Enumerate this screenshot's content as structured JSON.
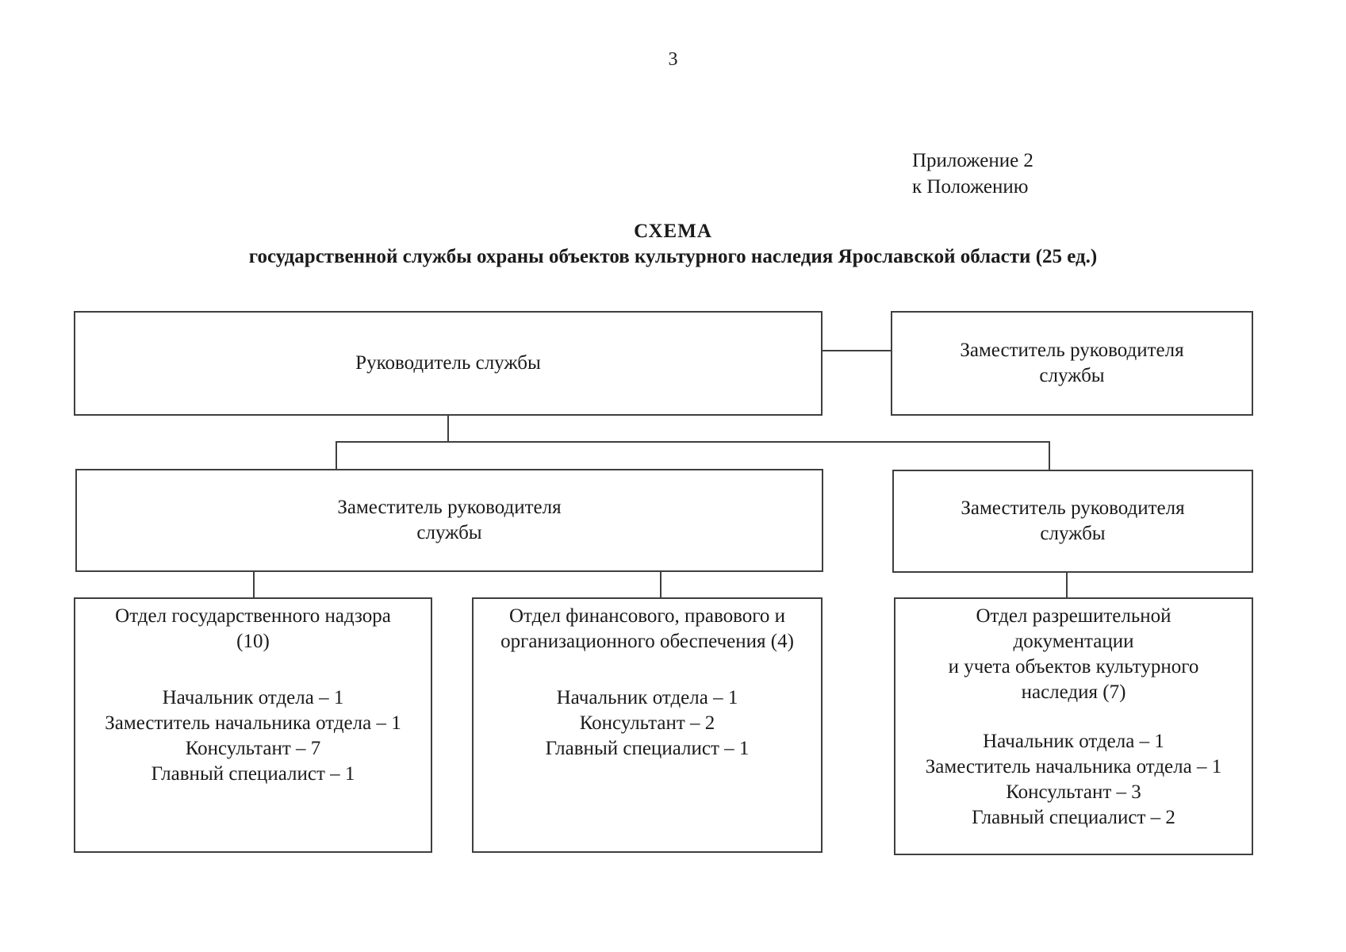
{
  "page": {
    "number": "3",
    "appendix": {
      "line1": "Приложение 2",
      "line2": "к Положению"
    },
    "title": "СХЕМА",
    "subtitle": "государственной службы охраны объектов культурного наследия Ярославской области (25 ед.)"
  },
  "org_chart": {
    "head": {
      "label": "Руководитель службы"
    },
    "deputy_top": {
      "line1": "Заместитель руководителя",
      "line2": "службы"
    },
    "deputy_left": {
      "line1": "Заместитель руководителя",
      "line2": "службы"
    },
    "deputy_right": {
      "line1": "Заместитель руководителя",
      "line2": "службы"
    },
    "dept_supervision": {
      "title_line1": "Отдел государственного надзора",
      "title_line2": "(10)",
      "staff": [
        "Начальник отдела – 1",
        "Заместитель начальника отдела – 1",
        "Консультант – 7",
        "Главный специалист – 1"
      ]
    },
    "dept_finance": {
      "title_line1": "Отдел финансового, правового и",
      "title_line2": "организационного обеспечения (4)",
      "staff": [
        "Начальник отдела – 1",
        "Консультант – 2",
        "Главный специалист – 1"
      ]
    },
    "dept_permits": {
      "title_line1": "Отдел разрешительной",
      "title_line2": "документации",
      "title_line3": "и учета объектов культурного",
      "title_line4": "наследия (7)",
      "staff": [
        "Начальник отдела – 1",
        "Заместитель начальника отдела – 1",
        "Консультант – 3",
        "Главный специалист – 2"
      ]
    }
  }
}
